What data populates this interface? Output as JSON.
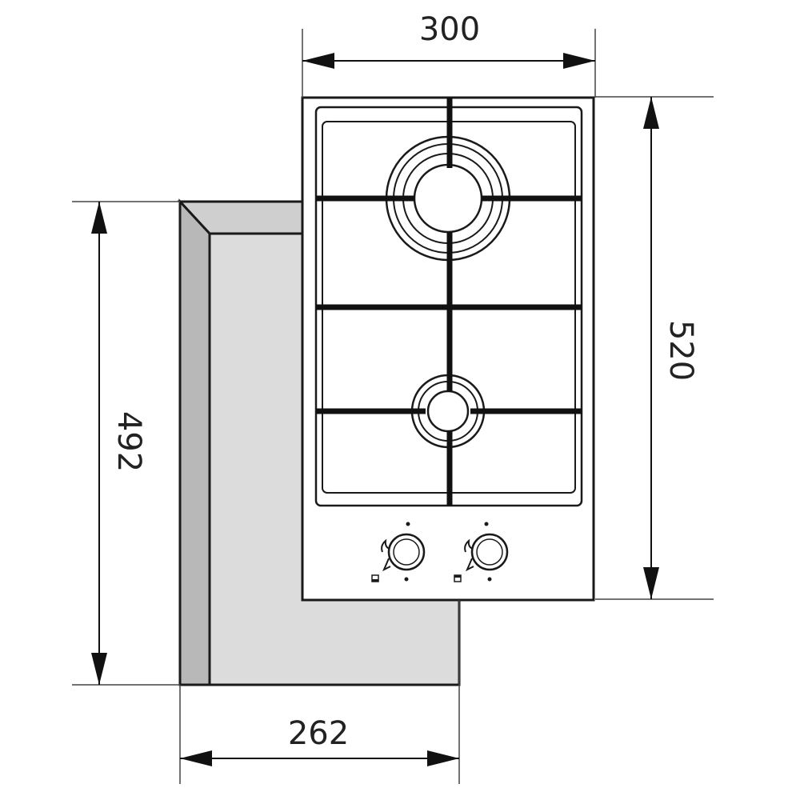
{
  "dimensions": {
    "top_width": "300",
    "right_height": "520",
    "left_height": "492",
    "bottom_width": "262"
  },
  "colors": {
    "line": "#1a1a1a",
    "cutout_face": "#dcdcdc",
    "cutout_side": "#b8b8b8",
    "panel": "#ffffff"
  },
  "hob": {
    "burners": 2,
    "knobs": 2
  }
}
